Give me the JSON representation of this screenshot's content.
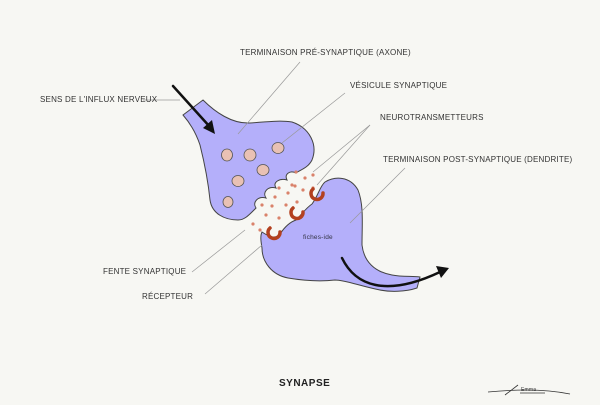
{
  "title": "SYNAPSE",
  "labels": {
    "presynaptic": "TERMINAISON PRÉ-SYNAPTIQUE (AXONE)",
    "vesicle": "VÉSICULE SYNAPTIQUE",
    "direction": "SENS DE L'INFLUX NERVEUX",
    "neurotransmitters": "NEUROTRANSMETTEURS",
    "postsynaptic": "TERMINAISON POST-SYNAPTIQUE (DENDRITE)",
    "cleft": "FENTE SYNAPTIQUE",
    "receptor": "RÉCEPTEUR"
  },
  "watermark": "fiches-ide",
  "signature": "Emma",
  "colors": {
    "neuron": "#b4affa",
    "outline": "#444444",
    "vesicle": "#e9c1b4",
    "receptor": "#b3401f",
    "background": "#f7f7f3"
  }
}
